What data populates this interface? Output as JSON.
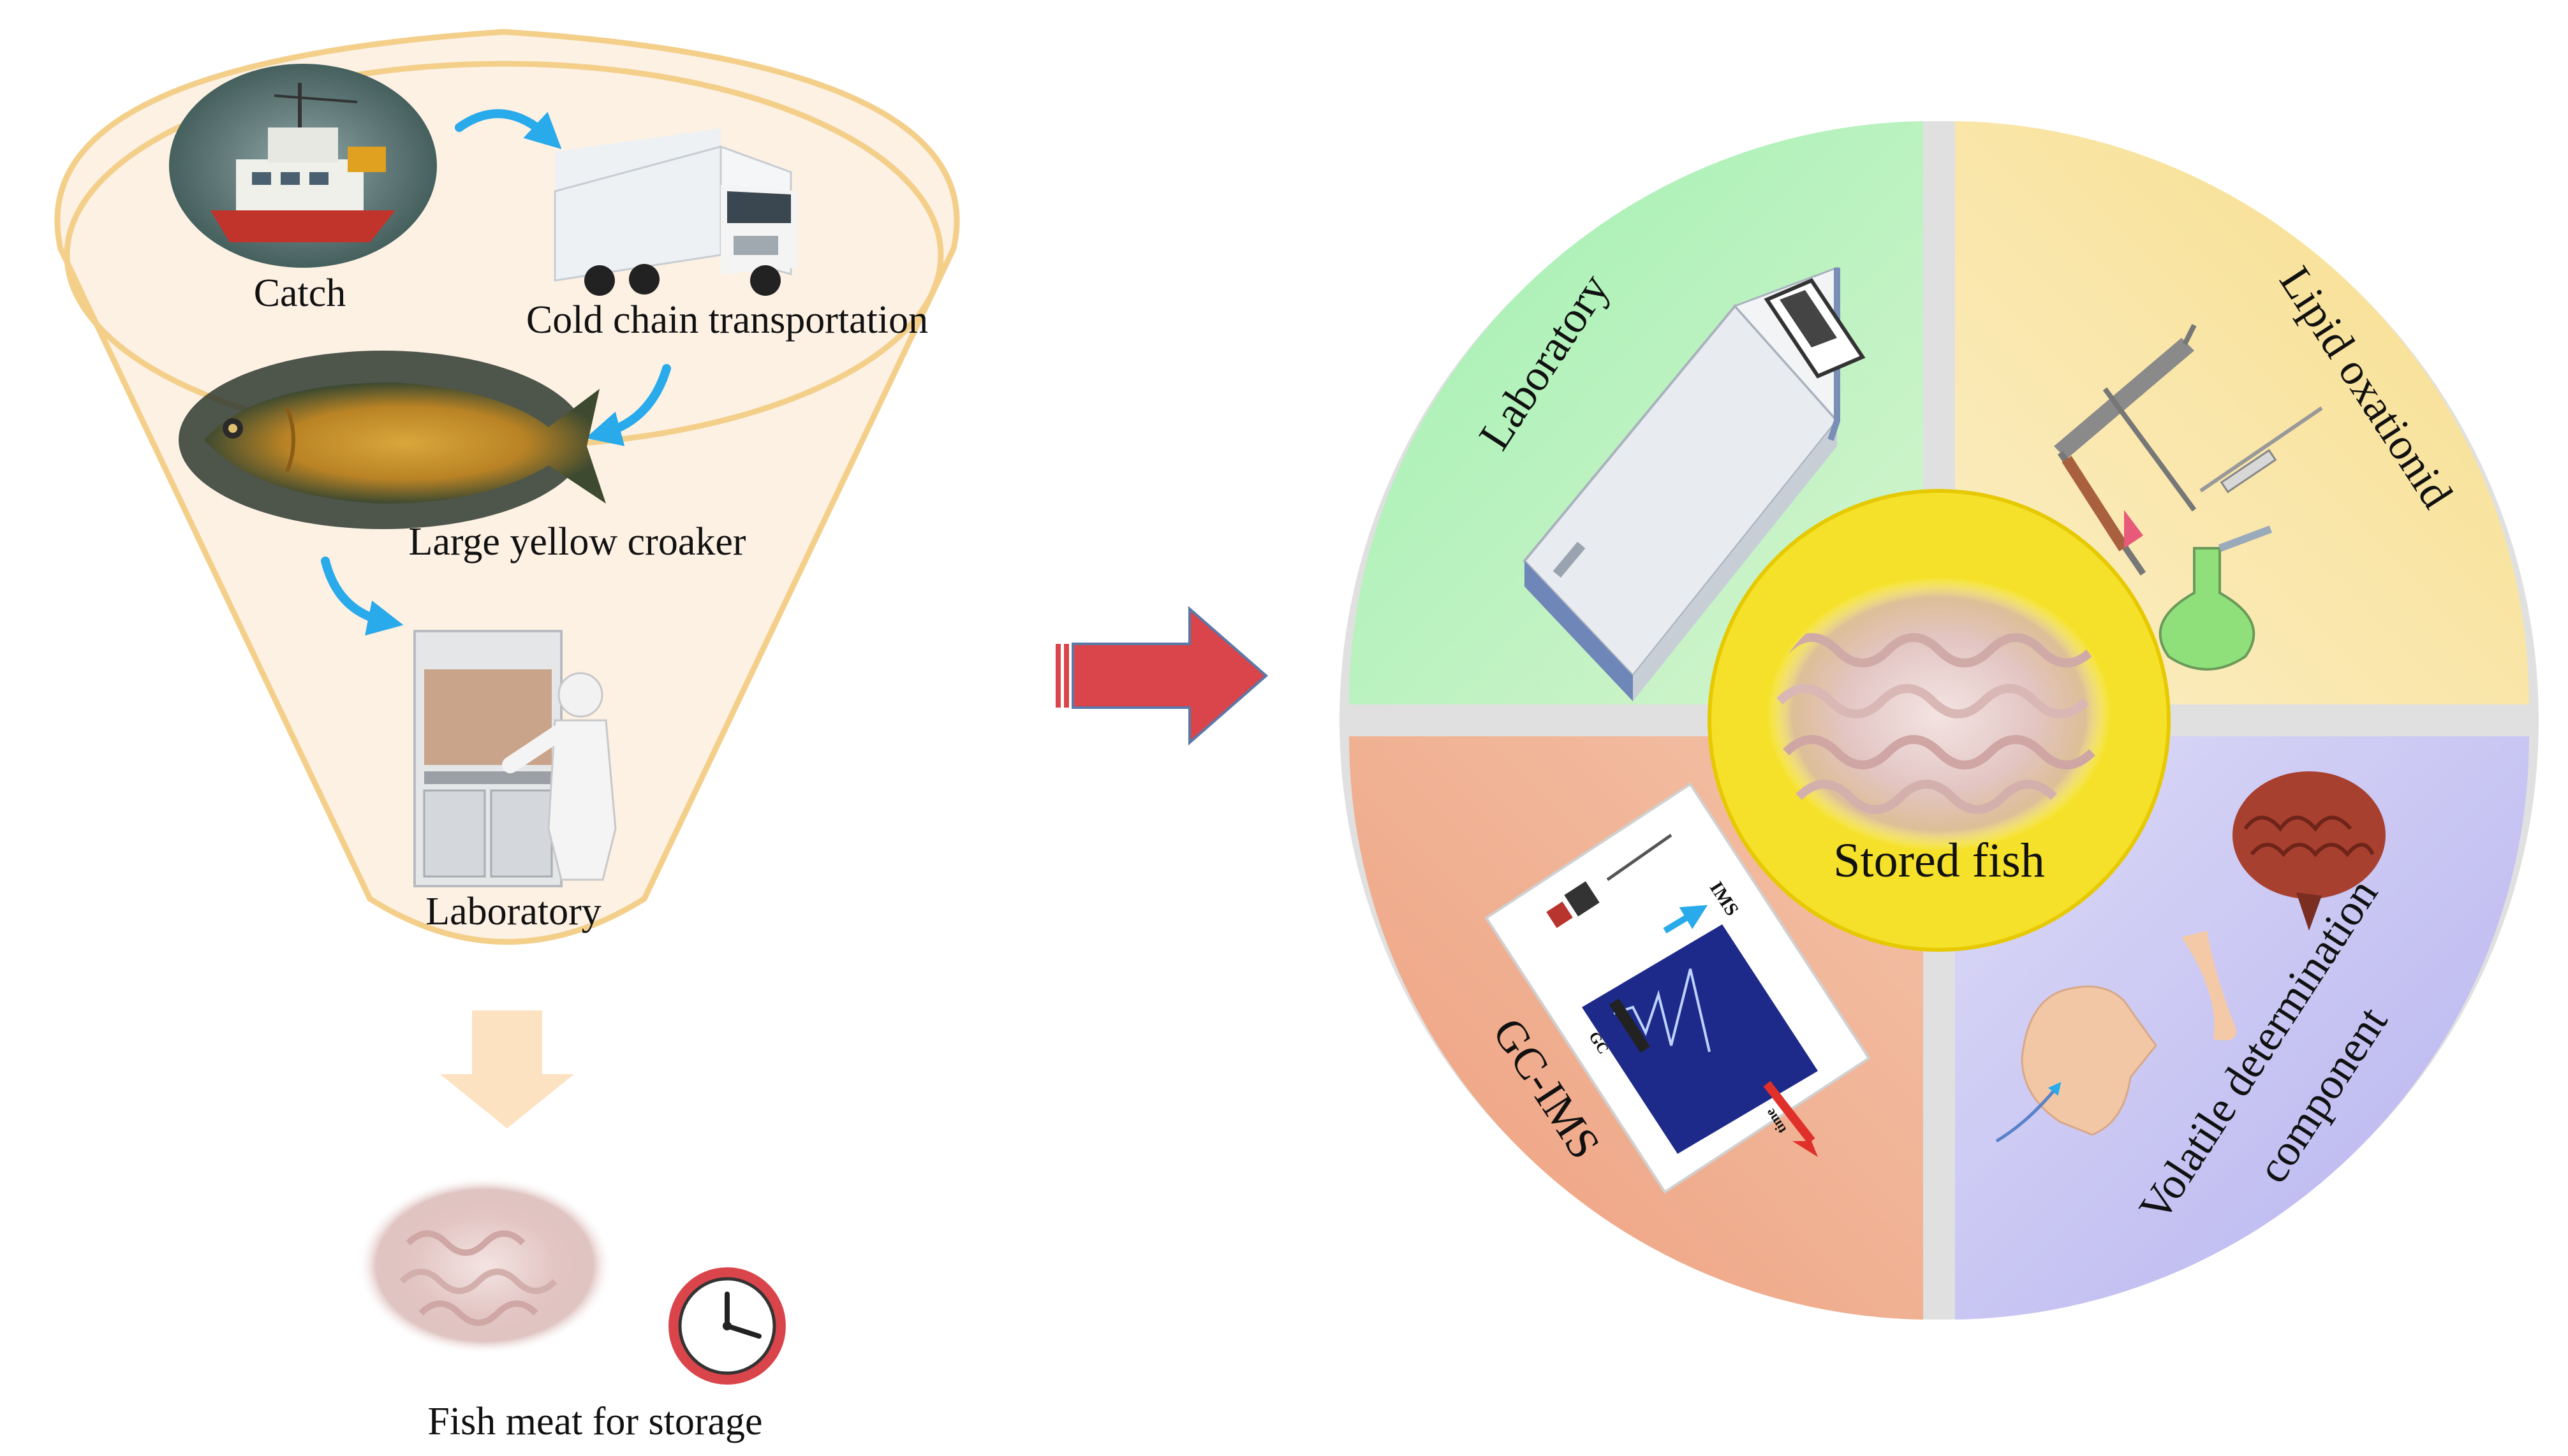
{
  "left_panel": {
    "steps": {
      "catch": "Catch",
      "transport": "Cold chain transportation",
      "fish": "Large yellow croaker",
      "lab": "Laboratory",
      "storage": "Fish meat for storage"
    }
  },
  "right_panel": {
    "center": "Stored fish",
    "quadrants": {
      "top_left": "Laboratory",
      "top_right": "Lipid oxationid",
      "bottom_left": "GC-IMS",
      "bottom_right_line1": "Volatile determination",
      "bottom_right_line2": "component"
    },
    "instrument_labels": {
      "ims": "IMS",
      "gc": "GC",
      "time": "time"
    }
  },
  "colors": {
    "funnel_outline": "#f3cf8a",
    "funnel_fill": "#fdf1e4",
    "flow_arrow": "#29aaea",
    "down_arrow": "#fde2c2",
    "big_arrow": "#d9454b",
    "green": "#b6ecb8",
    "yellow": "#f8e39a",
    "salmon": "#efaa88",
    "lavender": "#c7c4f3",
    "center_ring": "#f5e12a"
  }
}
